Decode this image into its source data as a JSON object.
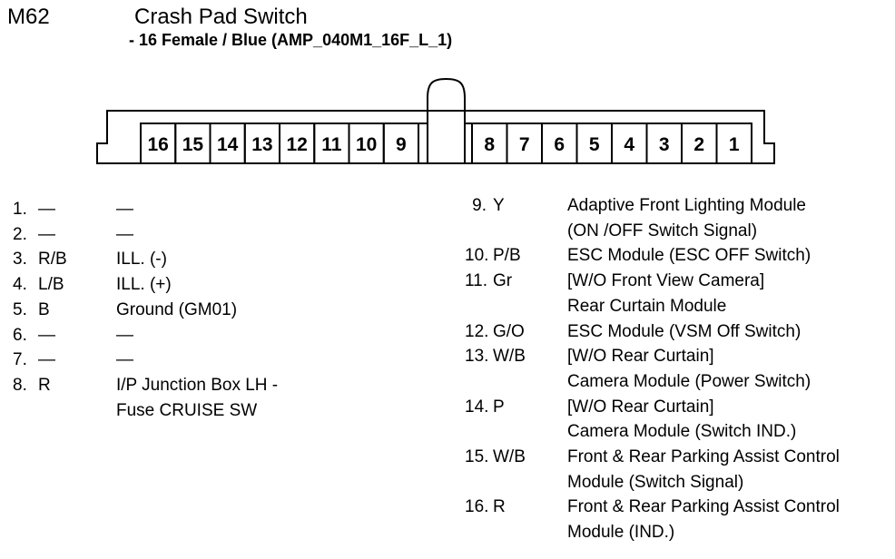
{
  "header": {
    "connector_id": "M62",
    "title": "Crash Pad Switch",
    "subtitle": "- 16 Female / Blue (AMP_040M1_16F_L_1)"
  },
  "connector": {
    "left_group": [
      "16",
      "15",
      "14",
      "13",
      "12",
      "11",
      "10",
      "9"
    ],
    "right_group": [
      "8",
      "7",
      "6",
      "5",
      "4",
      "3",
      "2",
      "1"
    ]
  },
  "pinout": {
    "left_column": [
      {
        "pin": "1.",
        "wire": "—",
        "description": "—"
      },
      {
        "pin": "2.",
        "wire": "—",
        "description": "—"
      },
      {
        "pin": "3.",
        "wire": "R/B",
        "description": "ILL. (-)"
      },
      {
        "pin": "4.",
        "wire": "L/B",
        "description": "ILL. (+)"
      },
      {
        "pin": "5.",
        "wire": "B",
        "description": "Ground (GM01)"
      },
      {
        "pin": "6.",
        "wire": "—",
        "description": "—"
      },
      {
        "pin": "7.",
        "wire": "—",
        "description": "—"
      },
      {
        "pin": "8.",
        "wire": "R",
        "description": "I/P Junction Box LH -\nFuse CRUISE SW"
      }
    ],
    "right_column": [
      {
        "pin": "9.",
        "wire": "Y",
        "description": "Adaptive Front Lighting Module\n(ON /OFF Switch Signal)"
      },
      {
        "pin": "10.",
        "wire": "P/B",
        "description": "ESC Module (ESC OFF Switch)"
      },
      {
        "pin": "11.",
        "wire": "Gr",
        "description": "[W/O Front View Camera]\nRear Curtain Module"
      },
      {
        "pin": "12.",
        "wire": "G/O",
        "description": "ESC Module (VSM Off Switch)"
      },
      {
        "pin": "13.",
        "wire": "W/B",
        "description": "[W/O Rear Curtain]\nCamera Module (Power Switch)"
      },
      {
        "pin": "14.",
        "wire": "P",
        "description": "[W/O Rear Curtain]\nCamera Module (Switch IND.)"
      },
      {
        "pin": "15.",
        "wire": "W/B",
        "description": "Front & Rear Parking Assist Control\nModule (Switch Signal)"
      },
      {
        "pin": "16.",
        "wire": "R",
        "description": "Front & Rear Parking Assist Control\nModule (IND.)"
      }
    ]
  }
}
